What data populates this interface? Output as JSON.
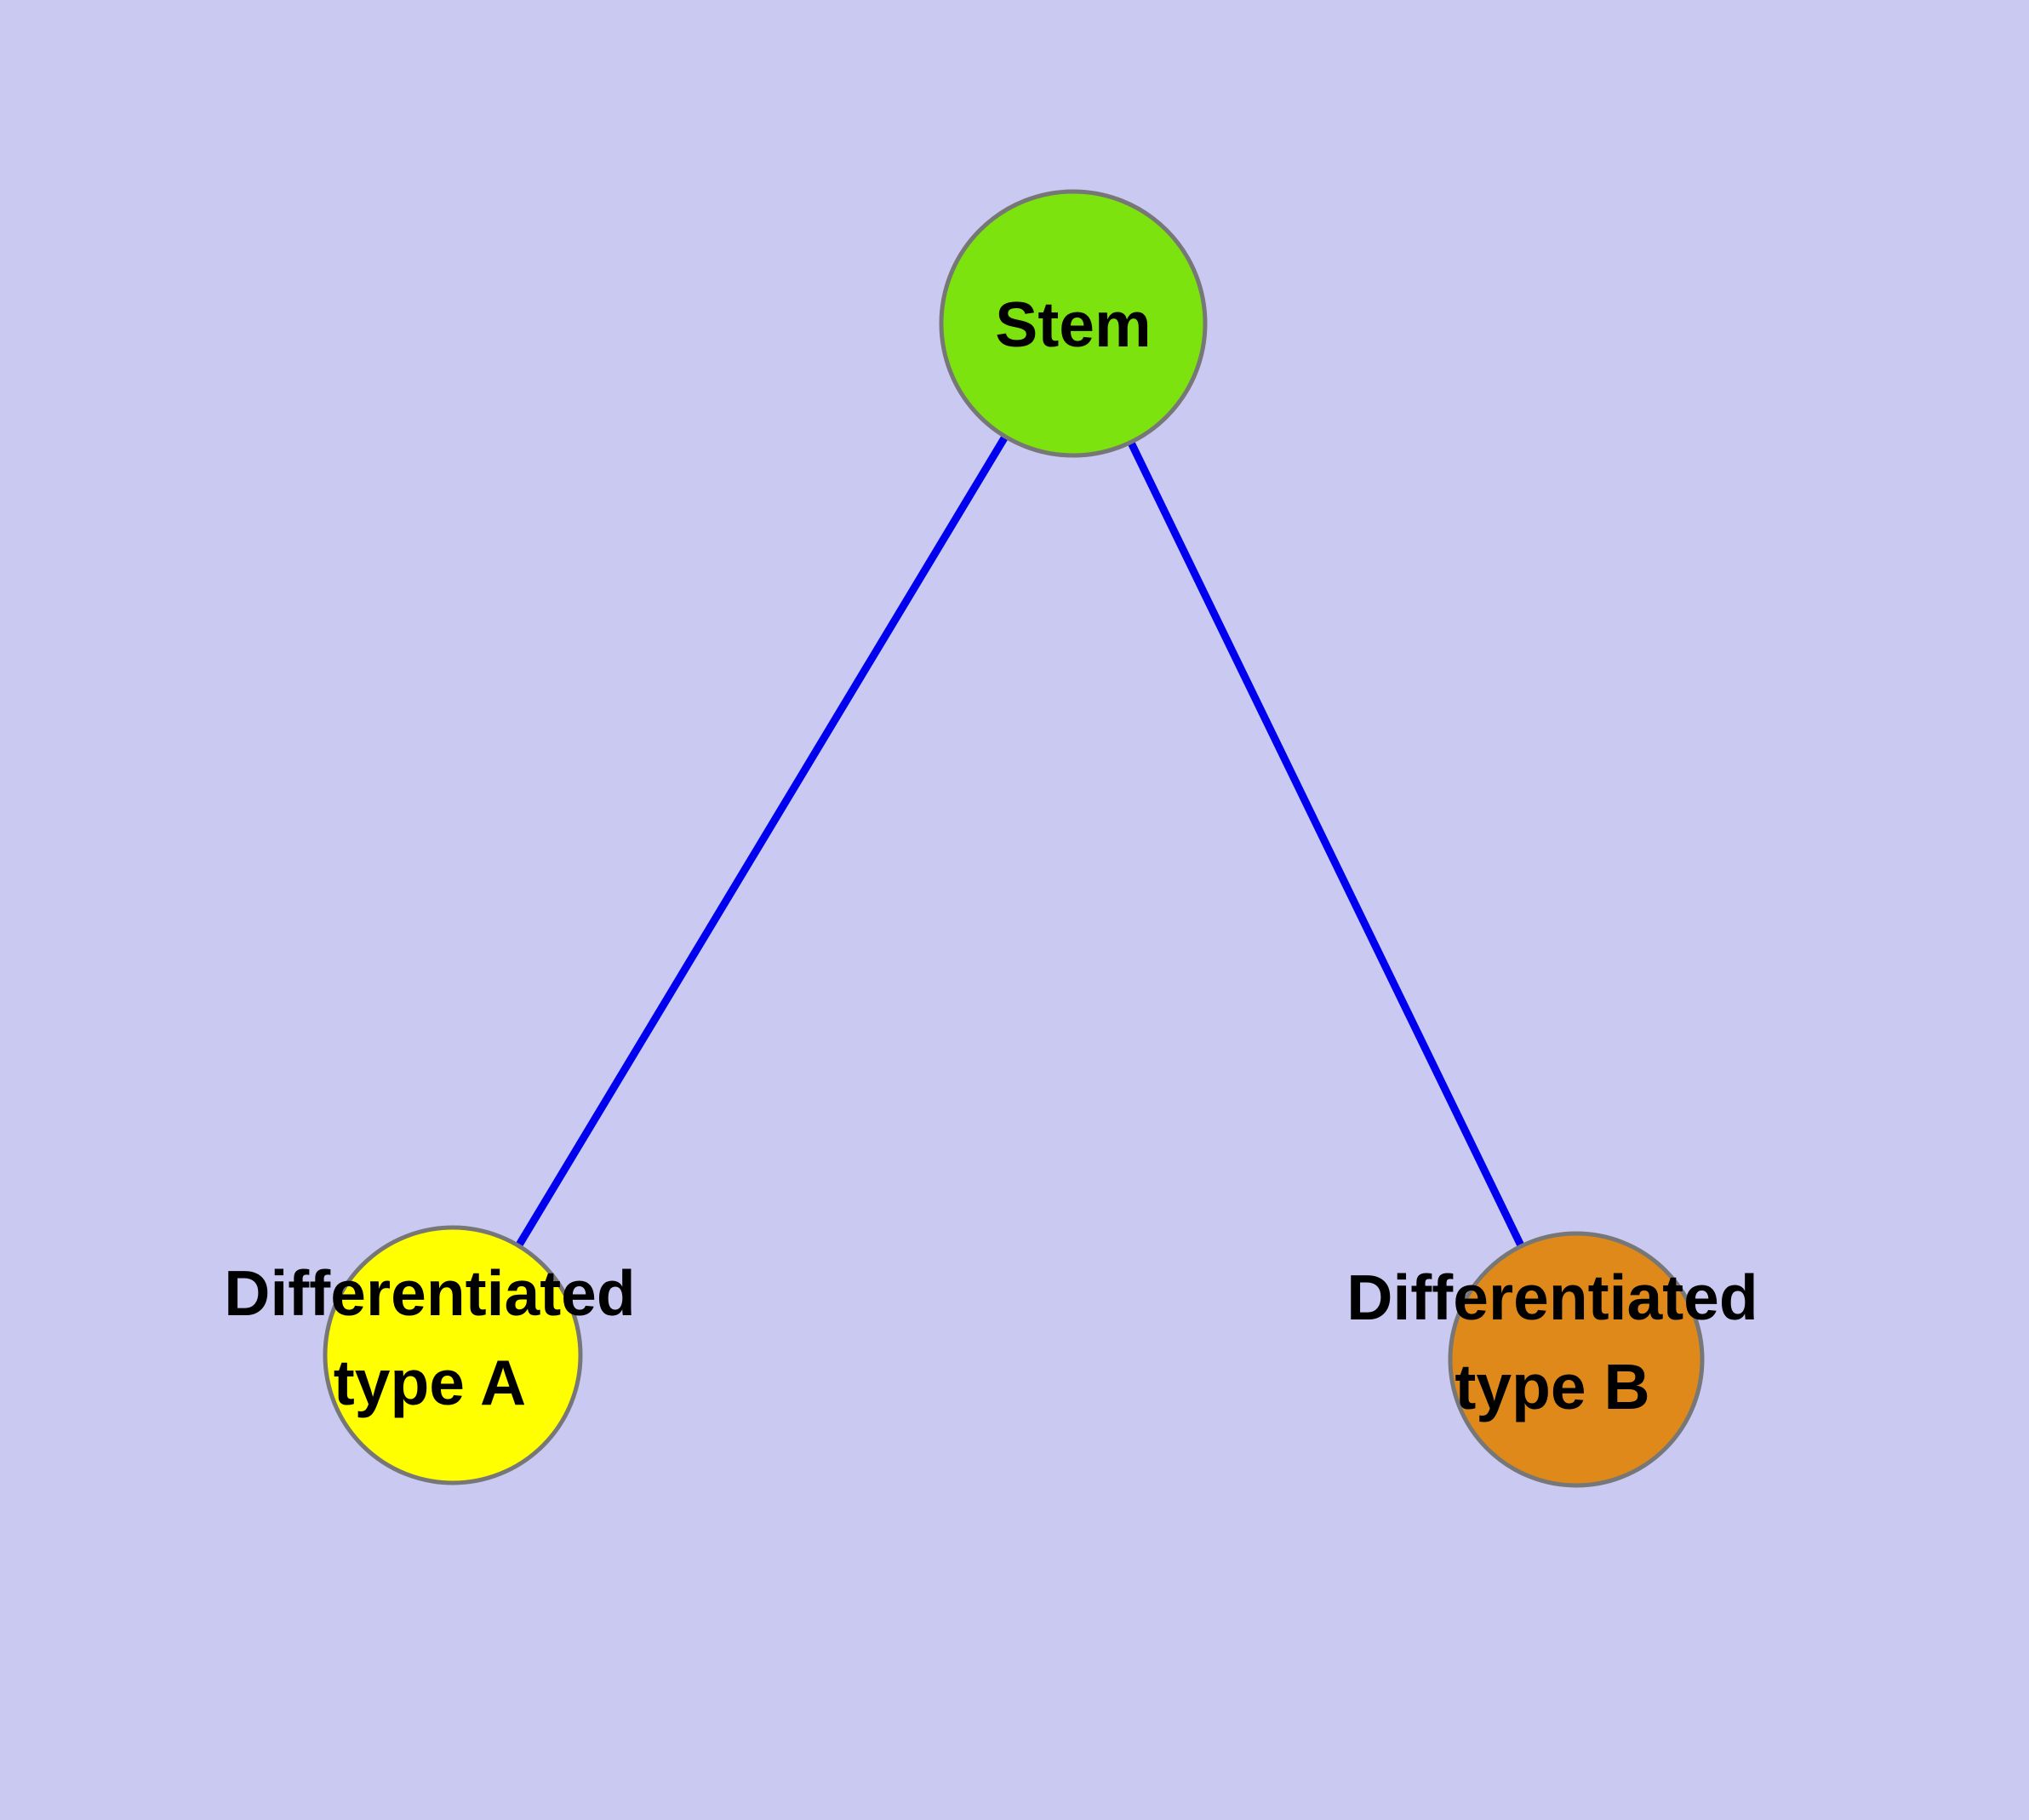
{
  "diagram": {
    "background_color": "#c9c9f2",
    "edge_color": "#0000ee",
    "node_border_color": "#777777",
    "nodes": {
      "stem": {
        "label": "Stem",
        "color": "#7de30e"
      },
      "diff_a": {
        "label_line1": "Differentiated",
        "label_line2": "type A",
        "color": "#ffff00"
      },
      "diff_b": {
        "label_line1": "Differentiated",
        "label_line2": "type B",
        "color": "#e0891b"
      }
    },
    "edges": [
      {
        "from": "stem",
        "to": "diff_a"
      },
      {
        "from": "stem",
        "to": "diff_b"
      }
    ]
  }
}
